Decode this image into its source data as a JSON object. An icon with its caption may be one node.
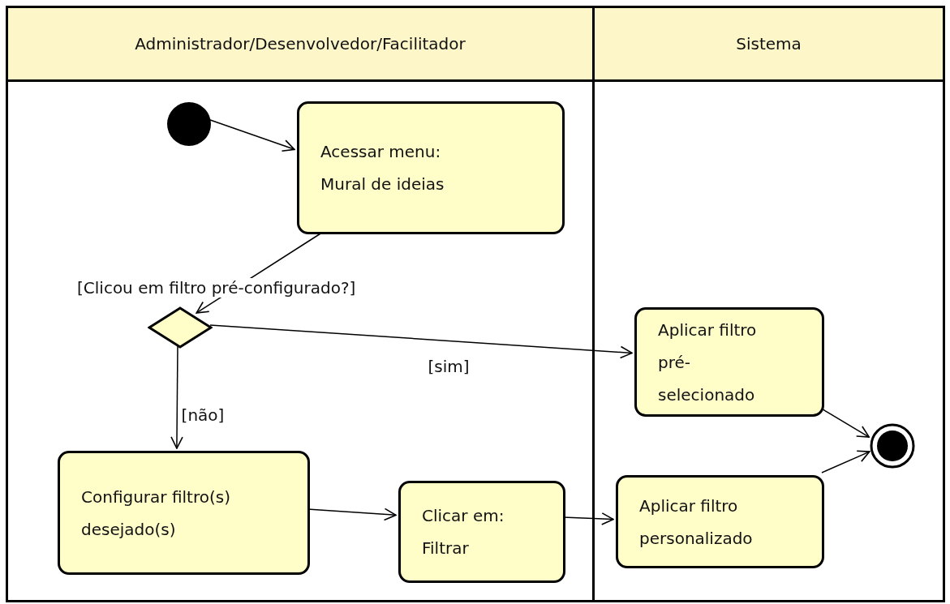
{
  "diagram": {
    "nodes": [
      {
        "text": [
          "Administrador/Desenvolvedor/Facilitador"
        ]
      },
      {
        "text": [
          "Sistema"
        ]
      },
      {
        "text": [],
        "shape": "circle",
        "in": 0
      },
      {
        "text": [
          "Acessar menu: Mural de ideias"
        ],
        "in": 0
      },
      {
        "text": [],
        "shape": "diamond",
        "in": 0,
        "beside": [
          "[Clicou em filtro pré-configurado?]"
        ]
      },
      {
        "text": [
          "Configurar filtro(s) desejado(s)"
        ],
        "in": 0
      },
      {
        "text": [
          "Clicar em: Filtrar"
        ],
        "in": 0
      },
      {
        "text": [
          "Aplicar filtro pré-selecionado"
        ],
        "in": 1
      },
      {
        "text": [
          "Aplicar filtro personalizado"
        ],
        "in": 1
      },
      {
        "text": [],
        "shape": "circle",
        "in": 1
      }
    ],
    "edges": [
      {
        "from": 2,
        "to": 3,
        "arrow": "to"
      },
      {
        "from": 3,
        "to": 4,
        "arrow": "to"
      },
      {
        "from": 4,
        "to": 7,
        "arrow": "to",
        "label": "[sim]"
      },
      {
        "from": 4,
        "to": 5,
        "arrow": "to",
        "label": "[não]"
      },
      {
        "from": 5,
        "to": 6,
        "arrow": "to"
      },
      {
        "from": 6,
        "to": 8,
        "arrow": "to"
      },
      {
        "from": 7,
        "to": 9,
        "arrow": "to"
      },
      {
        "from": 8,
        "to": 9,
        "arrow": "to"
      }
    ]
  }
}
